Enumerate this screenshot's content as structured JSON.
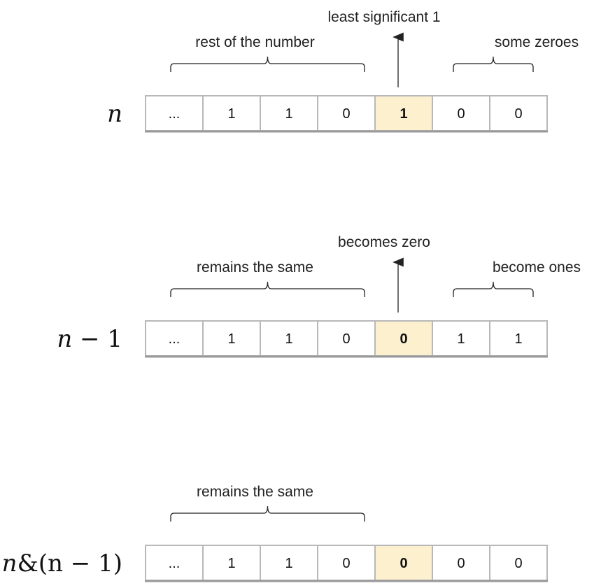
{
  "colors": {
    "highlight": "#fdf0cf",
    "cell_border": "#b8b8b8",
    "bottom_border": "#9a9a9a",
    "line": "#222222"
  },
  "rows": [
    {
      "var_label": {
        "italic": "n",
        "rest": ""
      },
      "cells": [
        "...",
        "1",
        "1",
        "0",
        "1",
        "0",
        "0"
      ],
      "highlight_index": 4,
      "left_brace_label": "rest of the number",
      "arrow_label": "least significant 1",
      "right_brace_label": "some zeroes"
    },
    {
      "var_label": {
        "italic": "n",
        "rest": " − 1"
      },
      "cells": [
        "...",
        "1",
        "1",
        "0",
        "0",
        "1",
        "1"
      ],
      "highlight_index": 4,
      "left_brace_label": "remains the same",
      "arrow_label": "becomes zero",
      "right_brace_label": "become ones"
    },
    {
      "var_label": {
        "italic": "n",
        "rest": "&(n − 1)"
      },
      "cells": [
        "...",
        "1",
        "1",
        "0",
        "0",
        "0",
        "0"
      ],
      "highlight_index": 4,
      "left_brace_label": "remains the same",
      "arrow_label": "",
      "right_brace_label": ""
    }
  ]
}
